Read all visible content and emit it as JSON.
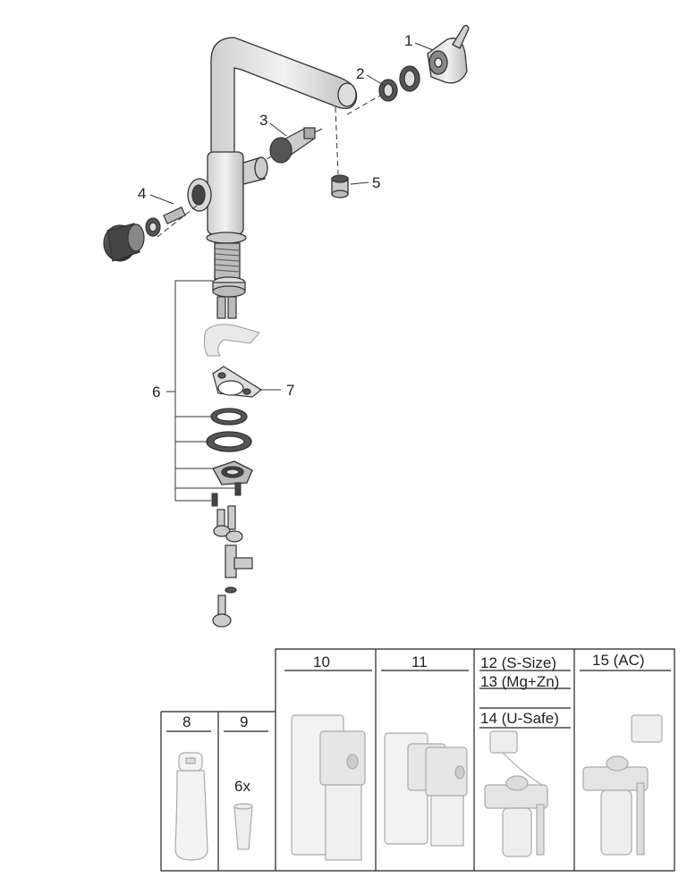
{
  "diagram": {
    "callouts": [
      "1",
      "2",
      "3",
      "4",
      "5",
      "6",
      "7"
    ]
  },
  "accessories": {
    "panels": [
      {
        "labels": [
          "8"
        ]
      },
      {
        "labels": [
          "9"
        ],
        "quantity": "6x"
      },
      {
        "labels": [
          "10"
        ]
      },
      {
        "labels": [
          "11"
        ]
      },
      {
        "labels": [
          "12 (S-Size)",
          "13 (Mg+Zn)",
          "14 (U-Safe)"
        ]
      },
      {
        "labels": [
          "15 (AC)"
        ]
      }
    ]
  }
}
